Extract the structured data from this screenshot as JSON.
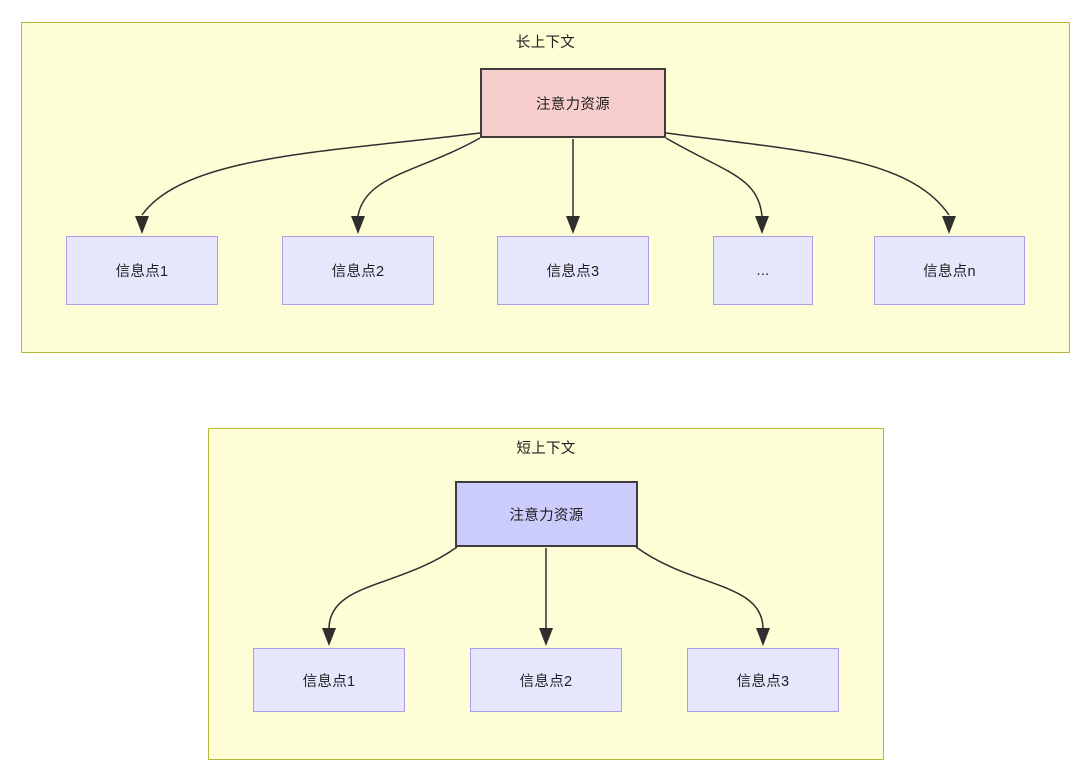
{
  "diagram": {
    "title_present": false,
    "colors": {
      "panel_fill": "#fdfdd6",
      "panel_border": "#b5b83c",
      "attention_long_fill": "#f8cecc",
      "attention_short_fill": "#ccccfc",
      "node_fill": "#e6e6fd",
      "node_border": "#b19cec",
      "edge": "#2f2f2f",
      "text": "#1f1f1f"
    },
    "panels": [
      {
        "key": "long",
        "title": "长上下文",
        "root": {
          "label": "注意力资源"
        },
        "children": [
          {
            "label": "信息点1"
          },
          {
            "label": "信息点2"
          },
          {
            "label": "信息点3"
          },
          {
            "label": "..."
          },
          {
            "label": "信息点n"
          }
        ]
      },
      {
        "key": "short",
        "title": "短上下文",
        "root": {
          "label": "注意力资源"
        },
        "children": [
          {
            "label": "信息点1"
          },
          {
            "label": "信息点2"
          },
          {
            "label": "信息点3"
          }
        ]
      }
    ]
  }
}
